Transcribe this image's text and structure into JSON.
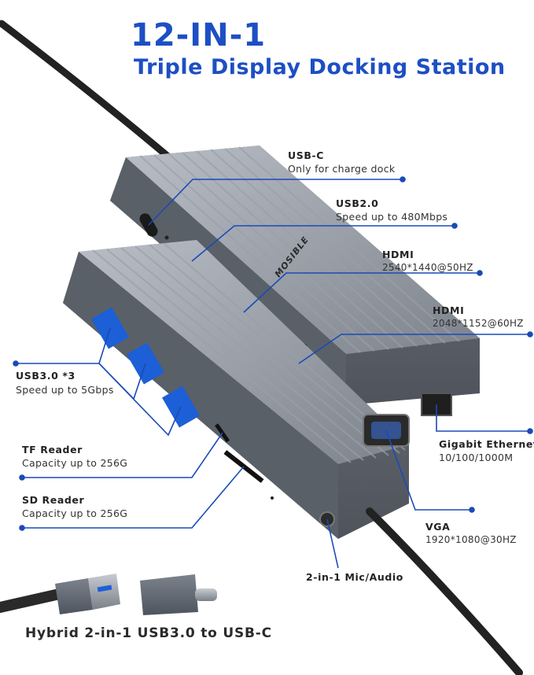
{
  "header": {
    "title": "12-IN-1",
    "subtitle": "Triple Display Docking Station"
  },
  "brand": "MOSIBLE",
  "ports": {
    "usbc": {
      "name": "USB-C",
      "desc": "Only for charge dock"
    },
    "usb2": {
      "name": "USB2.0",
      "desc": "Speed up to 480Mbps"
    },
    "hdmi1": {
      "name": "HDMI",
      "desc": "2540*1440@50HZ"
    },
    "hdmi2": {
      "name": "HDMI",
      "desc": "2048*1152@60HZ"
    },
    "usb3": {
      "name": "USB3.0 *3",
      "desc": "Speed up to 5Gbps"
    },
    "tf": {
      "name": "TF Reader",
      "desc": "Capacity up to 256G"
    },
    "sd": {
      "name": "SD Reader",
      "desc": "Capacity up to 256G"
    },
    "ethernet": {
      "name": "Gigabit Ethernet",
      "desc": "10/100/1000M"
    },
    "vga": {
      "name": "VGA",
      "desc": "1920*1080@30HZ"
    },
    "audio": {
      "name": "2-in-1 Mic/Audio"
    }
  },
  "adapter_caption": "Hybrid 2-in-1 USB3.0 to USB-C",
  "colors": {
    "accent": "#1d4fc4",
    "callout_line": "#1a4ab8",
    "housing": "#8a9099",
    "housing_dark": "#5d636c"
  }
}
